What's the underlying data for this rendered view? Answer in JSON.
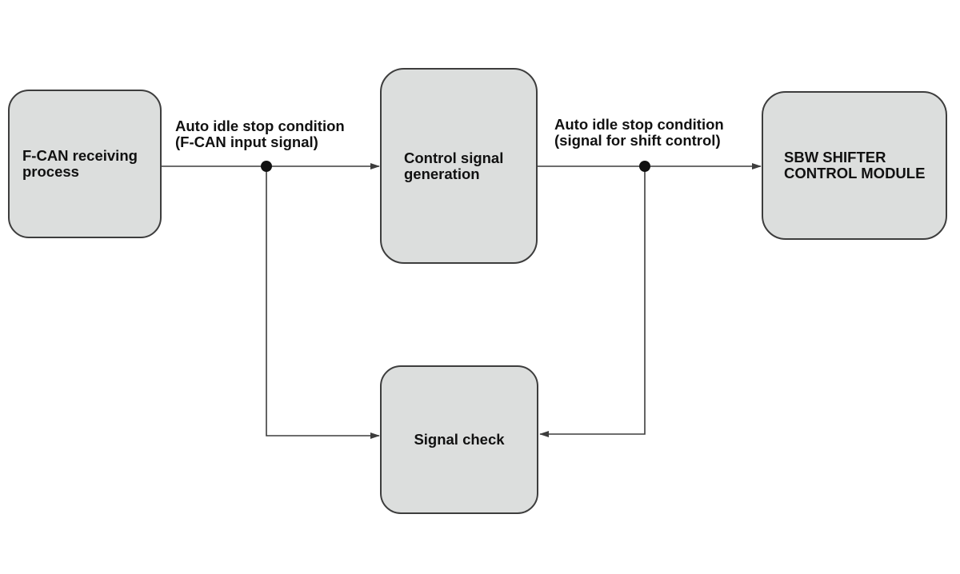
{
  "diagram": {
    "nodes": {
      "fcan": {
        "label": "F-CAN receiving\nprocess"
      },
      "control": {
        "label": "Control signal\ngeneration"
      },
      "sbw": {
        "label": "SBW SHIFTER\nCONTROL MODULE"
      },
      "check": {
        "label": "Signal check"
      }
    },
    "edges": {
      "fcan_to_control": {
        "label": "Auto idle stop condition\n(F-CAN input signal)"
      },
      "control_to_sbw": {
        "label": "Auto idle stop condition\n(signal for shift control)"
      }
    },
    "colors": {
      "box_fill": "#dcdedd",
      "box_stroke": "#3d3d3d",
      "wire": "#3d3d3d"
    }
  }
}
